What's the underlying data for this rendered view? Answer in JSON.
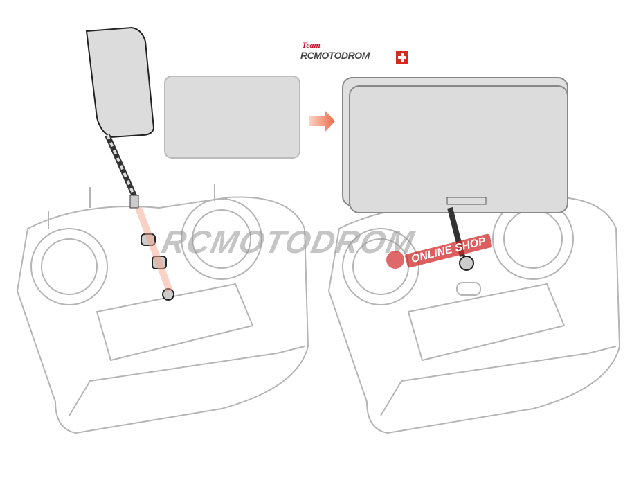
{
  "logo": {
    "team": "Team",
    "brand": "RCMOTODROM"
  },
  "watermark": {
    "text": "RCMOTODROM",
    "shop": "ONLINE SHOP"
  },
  "colors": {
    "outline": "#b5b5b5",
    "panel": "#dcdcdc",
    "arrow": "#ef6a4a",
    "flag": "#d52b1e"
  }
}
